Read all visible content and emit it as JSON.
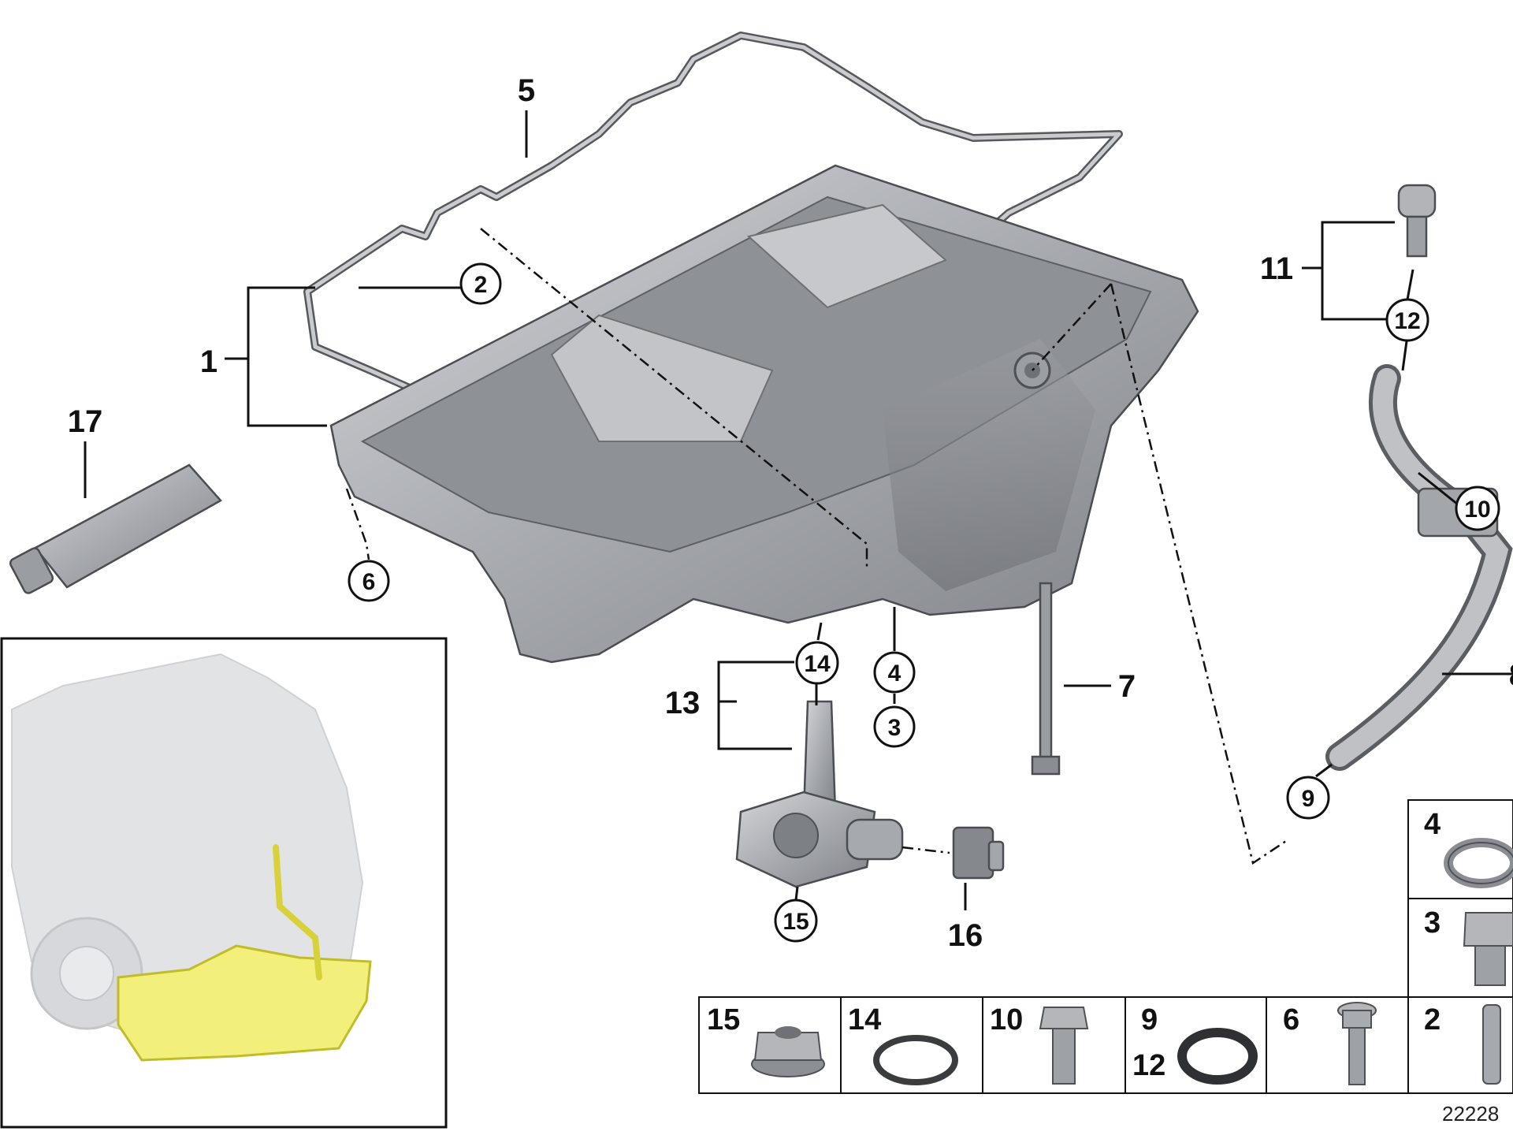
{
  "callouts": {
    "c1": "1",
    "c2": "2",
    "c3": "3",
    "c4": "4",
    "c5": "5",
    "c6": "6",
    "c7": "7",
    "c8": "8",
    "c9": "9",
    "c10": "10",
    "c11": "11",
    "c12": "12",
    "c13": "13",
    "c14": "14",
    "c15": "15",
    "c16": "16",
    "c17": "17"
  },
  "bottom_table": [
    {
      "labels": [
        "15"
      ],
      "icon": "flange-nut-icon"
    },
    {
      "labels": [
        "14"
      ],
      "icon": "o-ring-icon"
    },
    {
      "labels": [
        "10"
      ],
      "icon": "hex-bolt-icon"
    },
    {
      "labels": [
        "9",
        "12"
      ],
      "icon": "thick-o-ring-icon"
    },
    {
      "labels": [
        "6"
      ],
      "icon": "torx-bolt-icon"
    },
    {
      "labels": [
        "2"
      ],
      "icon": "stud-icon"
    }
  ],
  "side_table": [
    {
      "labels": [
        "4"
      ],
      "icon": "seal-ring-icon"
    },
    {
      "labels": [
        "3"
      ],
      "icon": "drain-plug-icon"
    }
  ],
  "reference_number": "22228",
  "highlight_color": "#f2f07a",
  "part_color": "#b9bcc0"
}
